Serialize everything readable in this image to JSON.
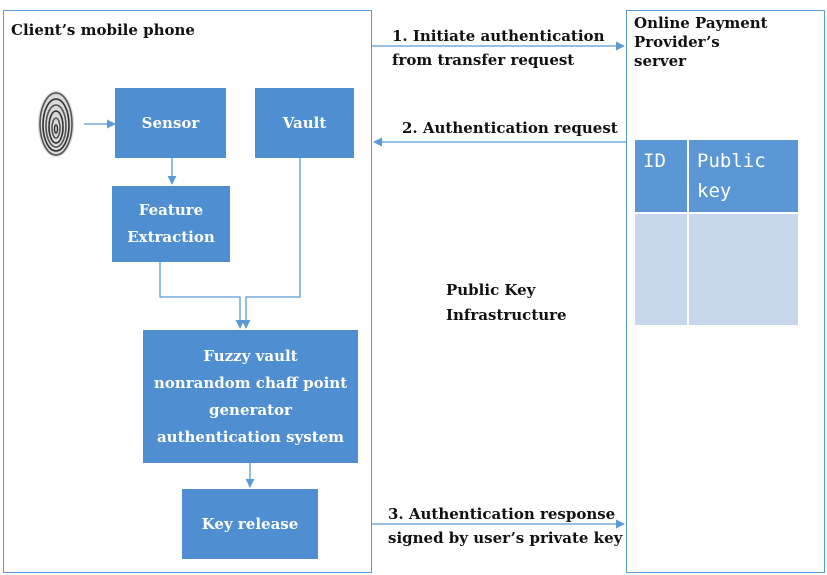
{
  "client_title": "Client’s mobile phone",
  "server_title": "Online Payment\nProvider’s\nserver",
  "boxes": {
    "sensor": "Sensor",
    "vault": "Vault",
    "feature": "Feature\nExtraction",
    "fuzzy": "Fuzzy vault\nnonrandom chaff point\ngenerator\nauthentication system",
    "key_release": "Key release"
  },
  "messages": {
    "m1": "1. Initiate authentication\nfrom transfer request",
    "m2": "2. Authentication request",
    "m3": "3. Authentication response\nsigned by user’s private key"
  },
  "pki_label": "Public Key\nInfrastructure",
  "table": {
    "col_id": "ID",
    "col_key": "Public\nkey"
  },
  "colors": {
    "box": "#4f8ed0",
    "line": "#5b9bd5",
    "table_body": "#c8d8ec"
  }
}
